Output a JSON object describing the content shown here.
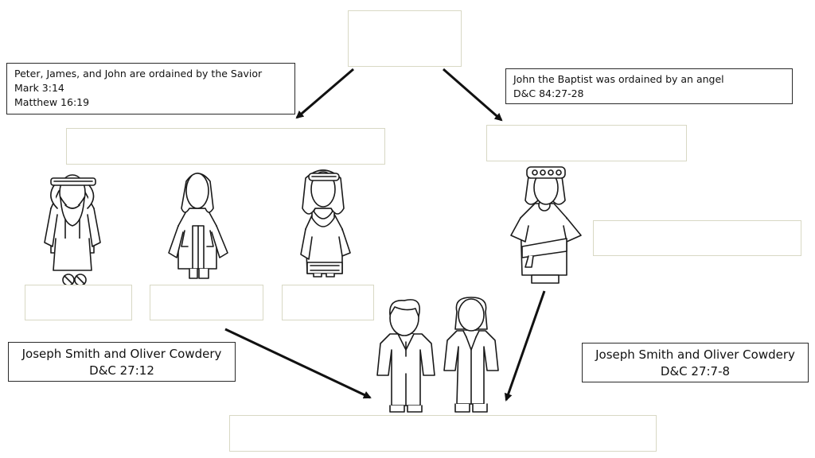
{
  "notes": {
    "apostles": {
      "line1": "Peter, James, and John are ordained by the Savior",
      "line2": "Mark 3:14",
      "line3": "Matthew 16:19"
    },
    "baptist": {
      "line1": "John the Baptist was ordained by an angel",
      "line2": "D&C 84:27-28"
    },
    "melchizedek_restoration": {
      "line1": "Joseph Smith and Oliver Cowdery",
      "line2": "D&C 27:12"
    },
    "aaronic_restoration": {
      "line1": "Joseph Smith and Oliver Cowdery",
      "line2": "D&C 27:7-8"
    }
  },
  "colors": {
    "line": "#111111",
    "blank_border": "#d8d8c4",
    "note_border": "#2a2a2a"
  }
}
